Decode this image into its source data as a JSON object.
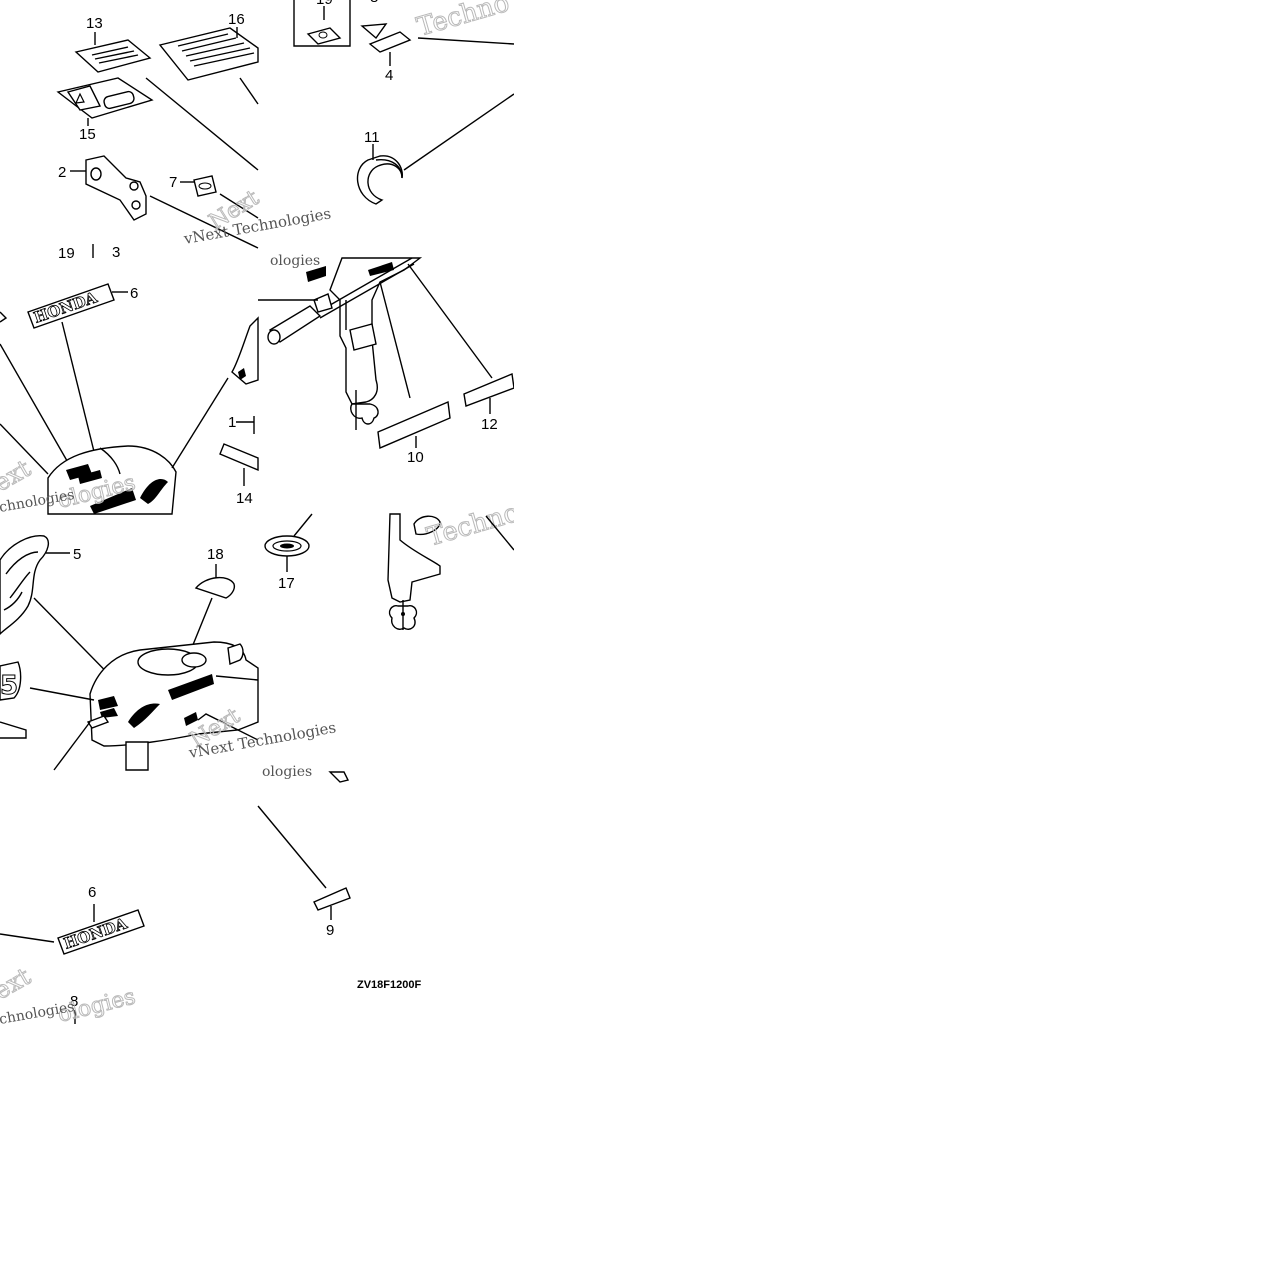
{
  "diagram_code": "ZV18F1200F",
  "brand_text": "HONDA",
  "watermark": {
    "technologies": "Technologies",
    "vnext": "vNext Technologies",
    "next": "Next",
    "ext": "ext",
    "techno": "Techno",
    "ologies": "ologies",
    "chnologies": "chnologies"
  },
  "callouts": {
    "c1": "1",
    "c2": "2",
    "c3": "3",
    "c4": "4",
    "c5": "5",
    "c6a": "6",
    "c6b": "6",
    "c7": "7",
    "c8": "8",
    "c9": "9",
    "c10": "10",
    "c11": "11",
    "c12": "12",
    "c13": "13",
    "c14": "14",
    "c15": "15",
    "c16": "16",
    "c17": "17",
    "c18": "18",
    "c19a": "19",
    "c19b": "19"
  }
}
